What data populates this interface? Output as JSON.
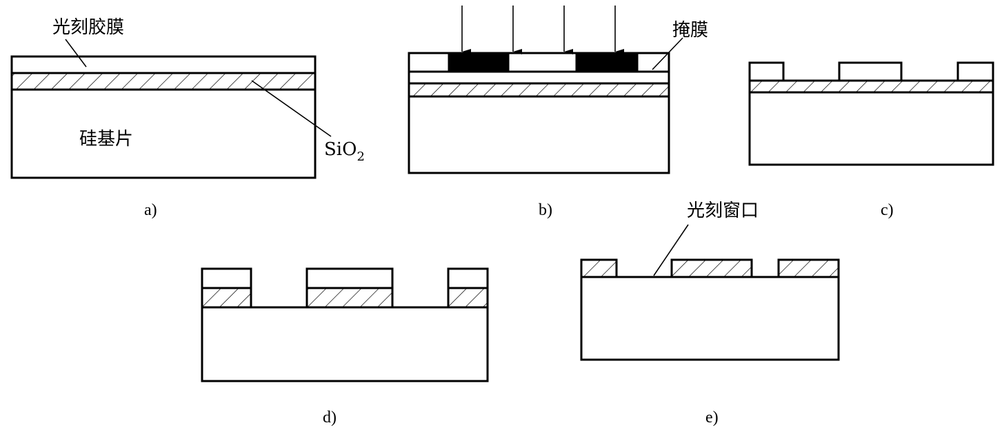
{
  "labels": {
    "photoresist": "光刻胶膜",
    "silicon_wafer": "硅基片",
    "sio2_main": "SiO",
    "sio2_sub": "2",
    "mask": "掩膜",
    "litho_window": "光刻窗口"
  },
  "captions": {
    "a": "a)",
    "b": "b)",
    "c": "c)",
    "d": "d)",
    "e": "e)"
  }
}
